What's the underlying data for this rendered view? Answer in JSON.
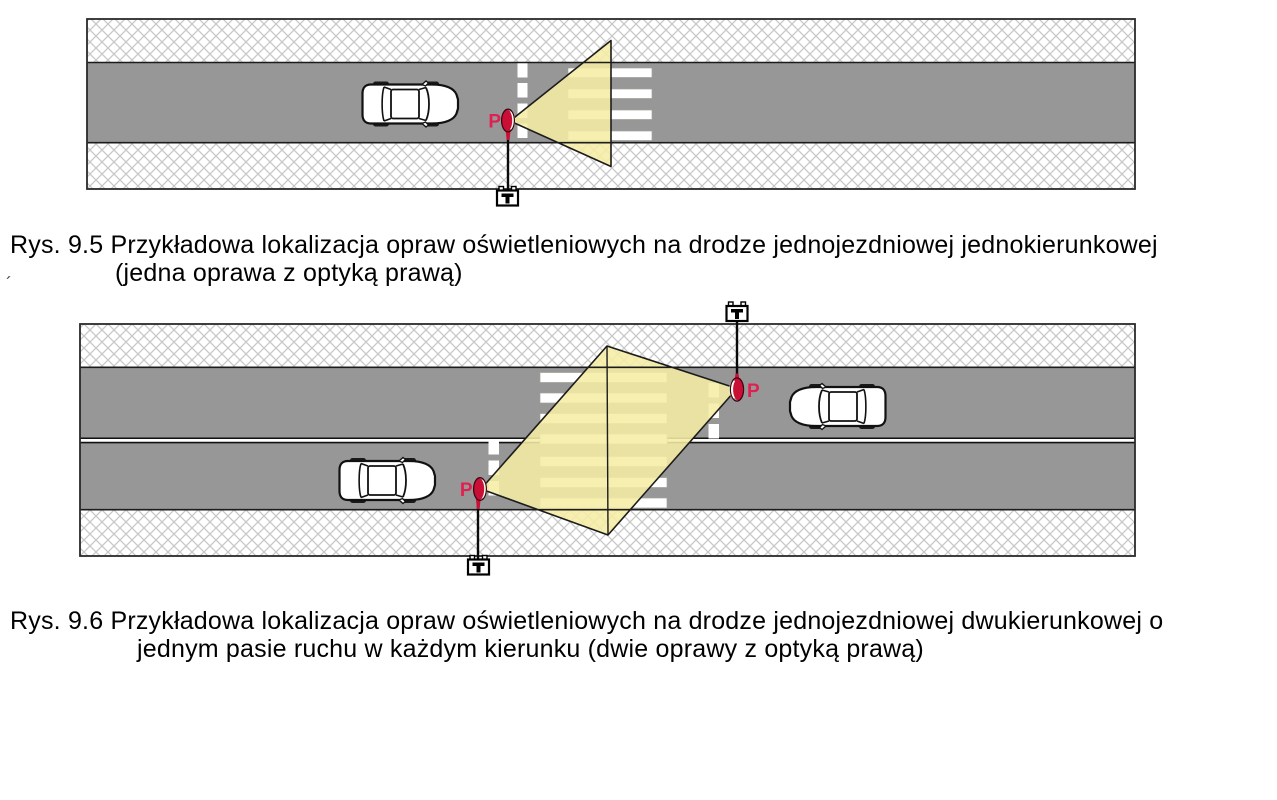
{
  "colors": {
    "road_gray": "#979797",
    "hatch_line": "#c8c8c8",
    "beam_yellow": "#f5eda5",
    "luminaire_red": "#c90f35",
    "label_red": "#e02050",
    "outline_black": "#1c1c1c"
  },
  "figure_9_5": {
    "caption_line1": "Rys. 9.5 Przykładowa lokalizacja opraw oświetleniowych na drodze jednojezdniowej jednokierunkowej",
    "caption_line2": "(jedna oprawa z optyką prawą)",
    "luminaire_label": "P"
  },
  "figure_9_6": {
    "caption_line1": "Rys. 9.6 Przykładowa lokalizacja opraw oświetleniowych na drodze jednojezdniowej dwukierunkowej o",
    "caption_line2": "jednym pasie ruchu w każdym kierunku (dwie oprawy z optyką prawą)",
    "luminaire_label_left": "P",
    "luminaire_label_right": "P"
  },
  "stray_mark": "´",
  "icons": {
    "car": "top-view-car-svg-shape",
    "luminaire": "red-lamp-ellipse-svg-shape",
    "pole_base": "square-bracket-pole-base-svg-shape",
    "light_beam": "yellow-beam-polygon-svg-shape"
  }
}
